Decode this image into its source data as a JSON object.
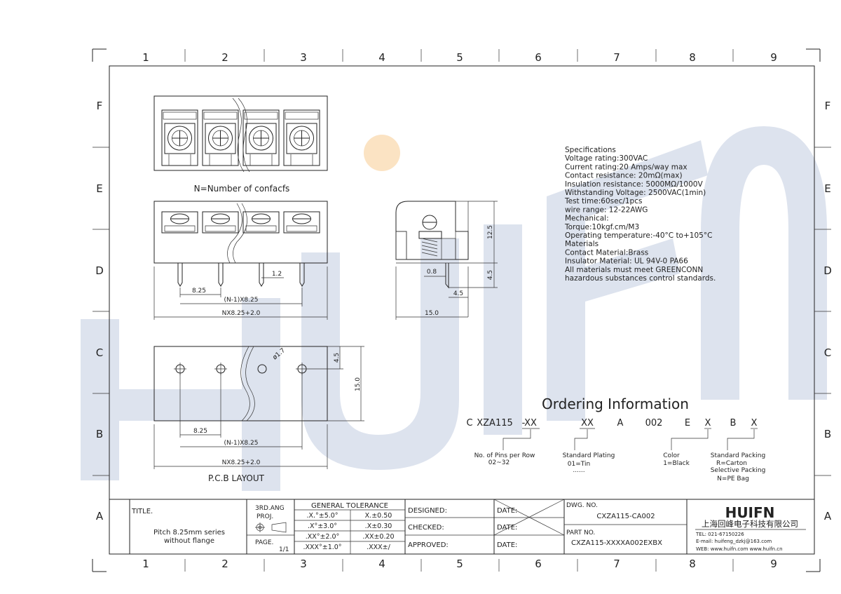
{
  "frame": {
    "columns": [
      "1",
      "2",
      "3",
      "4",
      "5",
      "6",
      "7",
      "8",
      "9"
    ],
    "rows": [
      "F",
      "E",
      "D",
      "C",
      "B",
      "A"
    ]
  },
  "watermark": {
    "text": "HUIFN",
    "color": "#dde3ee",
    "accent": "#fbe3c3"
  },
  "views": {
    "top_caption": "N=Number of confacfs",
    "dim_pitch": "8.25",
    "dim_n1": "(N-1)X8.25",
    "dim_total": "NX8.25+2.0",
    "dim_pin": "1.2",
    "side_dims": {
      "h125": "12.5",
      "h45": "4.5",
      "w08": "0.8",
      "w45": "4.5",
      "w150": "15.0"
    },
    "pcb": {
      "title": "P.C.B LAYOUT",
      "hole": "ø1.7",
      "d45": "4.5",
      "d150": "15.0",
      "pitch": "8.25",
      "n1": "(N-1)X8.25",
      "total": "NX8.25+2.0"
    }
  },
  "specs": [
    "Specifications",
    "Voltage rating:300VAC",
    "Current rating:20 Amps/way max",
    "Contact resistance: 20mΩ(max)",
    "Insulation resistance: 5000MΩ/1000V",
    "Withstanding Voltage: 2500VAC(1min)",
    "Test time:60sec/1pcs",
    "wire range: 12-22AWG",
    "Mechanical:",
    "Torque:10kgf.cm/M3",
    "Operating temperature:-40°C to+105°C",
    "Materials",
    "Contact Material:Brass",
    "Insulator Material: UL 94V-0 PA66",
    "All materials must meet GREENCONN",
    "hazardous substances control standards."
  ],
  "ordering": {
    "title": "Ordering Information",
    "code": [
      "C",
      "XZA115",
      "-",
      "XX",
      "XX",
      "A",
      "002",
      "E",
      "X",
      "B",
      "X"
    ],
    "legend": {
      "pins": "No. of Pins per Row",
      "pins_range": "02~32",
      "plating": "Standard Plating",
      "plating_val": "01=Tin",
      "plating_more": "......",
      "color": "Color",
      "color_val": "1=Black",
      "packing": "Standard Packing",
      "packing_val": "R=Carton",
      "packing_sel": "Selective Packing",
      "packing_pe": "N=PE Bag"
    }
  },
  "title_block": {
    "title_label": "TITLE.",
    "title_line1": "Pitch 8.25mm series",
    "title_line2": "without flange",
    "proj_label1": "3RD.ANG",
    "proj_label2": "PROJ.",
    "page_label": "PAGE.",
    "page_value": "1/1",
    "tol_header": "GENERAL TOLERANCE",
    "tol": [
      [
        ".X.°±5.0°",
        "X.±0.50"
      ],
      [
        ".X°±3.0°",
        ".X±0.30"
      ],
      [
        ".XX°±2.0°",
        ".XX±0.20"
      ],
      [
        ".XXX°±1.0°",
        ".XXX±/"
      ]
    ],
    "designed": "DESIGNED:",
    "checked": "CHECKED:",
    "approved": "APPROVED:",
    "date": "DATE:",
    "dwg_label": "DWG. NO.",
    "dwg_value": "CXZA115-CA002",
    "part_label": "PART NO.",
    "part_value": "CXZA115-XXXXA002EXBX",
    "logo": "HUIFN",
    "company": "上海回峰电子科技有限公司",
    "tel": "TEL: 021-67150226",
    "email": "E-mail: huifeng_dzkj@163.com",
    "web": "WEB: www.huifn.com  www.huifn.cn"
  }
}
